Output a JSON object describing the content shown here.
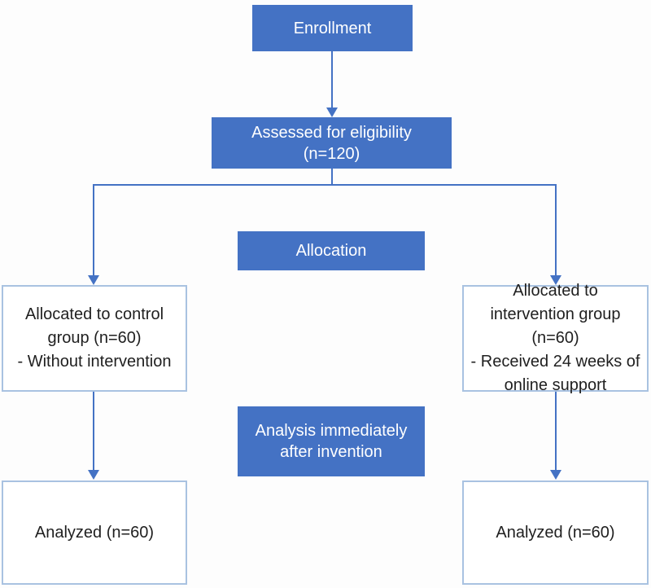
{
  "diagram": {
    "kind": "trial-enrollment-flowchart",
    "colors": {
      "filled_box": "#4472C4",
      "filled_box_text": "#ffffff",
      "outlined_box_border": "#a9c2e1",
      "outlined_box_text": "#1f1f1f",
      "connector": "#4472C4",
      "background": "#fdfdfd"
    },
    "boxes": {
      "enrollment": {
        "lines": [
          "Enrollment"
        ]
      },
      "assessed": {
        "lines": [
          "Assessed for eligibility",
          "(n=120)"
        ]
      },
      "allocation": {
        "lines": [
          "Allocation"
        ]
      },
      "control": {
        "lines": [
          "Allocated to control",
          "group (n=60)",
          "- Without intervention"
        ]
      },
      "intervention": {
        "lines": [
          "Allocated to",
          "intervention group",
          "(n=60)",
          "- Received 24 weeks of",
          "online support"
        ]
      },
      "analysis": {
        "lines": [
          "Analysis immediately",
          "after invention"
        ]
      },
      "analyzed_control": {
        "lines": [
          "Analyzed (n=60)"
        ]
      },
      "analyzed_intervention": {
        "lines": [
          "Analyzed (n=60)"
        ]
      }
    },
    "edges": [
      {
        "from": "enrollment",
        "to": "assessed",
        "arrow": true
      },
      {
        "from": "assessed",
        "to": "control",
        "arrow": true
      },
      {
        "from": "assessed",
        "to": "intervention",
        "arrow": true
      },
      {
        "from": "control",
        "to": "analyzed_control",
        "arrow": true
      },
      {
        "from": "intervention",
        "to": "analyzed_intervention",
        "arrow": true
      }
    ]
  }
}
